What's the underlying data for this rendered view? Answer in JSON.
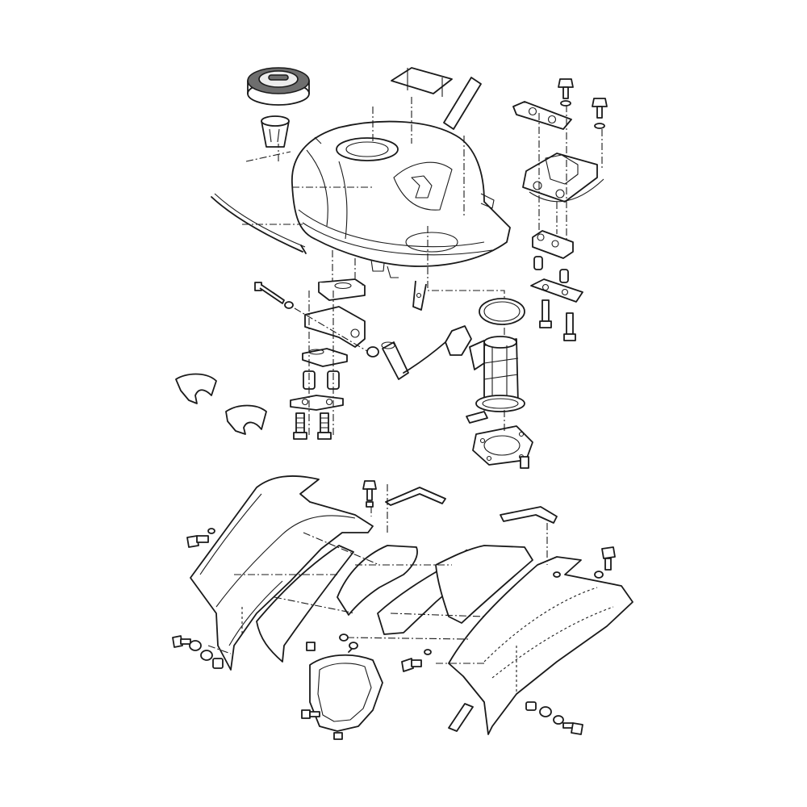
{
  "diagram": {
    "kind": "exploded-parts-view",
    "colors": {
      "line": "#1a1a1a",
      "background": "#ffffff",
      "cap_shade": "#6e6e6e",
      "light_shade": "#ececec"
    },
    "groups": [
      {
        "id": "fuel-tank-assembly",
        "parts": [
          "filler-cap",
          "filler-cup",
          "fuel-tank",
          "fuel-hose",
          "fuel-pump",
          "pump-gasket",
          "pump-retainer-ring",
          "front-tank-bracket",
          "rear-tank-bracket",
          "rubber-dampers",
          "collars",
          "bolts",
          "small-covers"
        ]
      },
      {
        "id": "side-fairing-assembly",
        "parts": [
          "left-side-panel",
          "inner-panels",
          "rear-fairing-panel",
          "air-duct",
          "trim-strips",
          "bolts",
          "washers",
          "grommets"
        ]
      }
    ]
  }
}
